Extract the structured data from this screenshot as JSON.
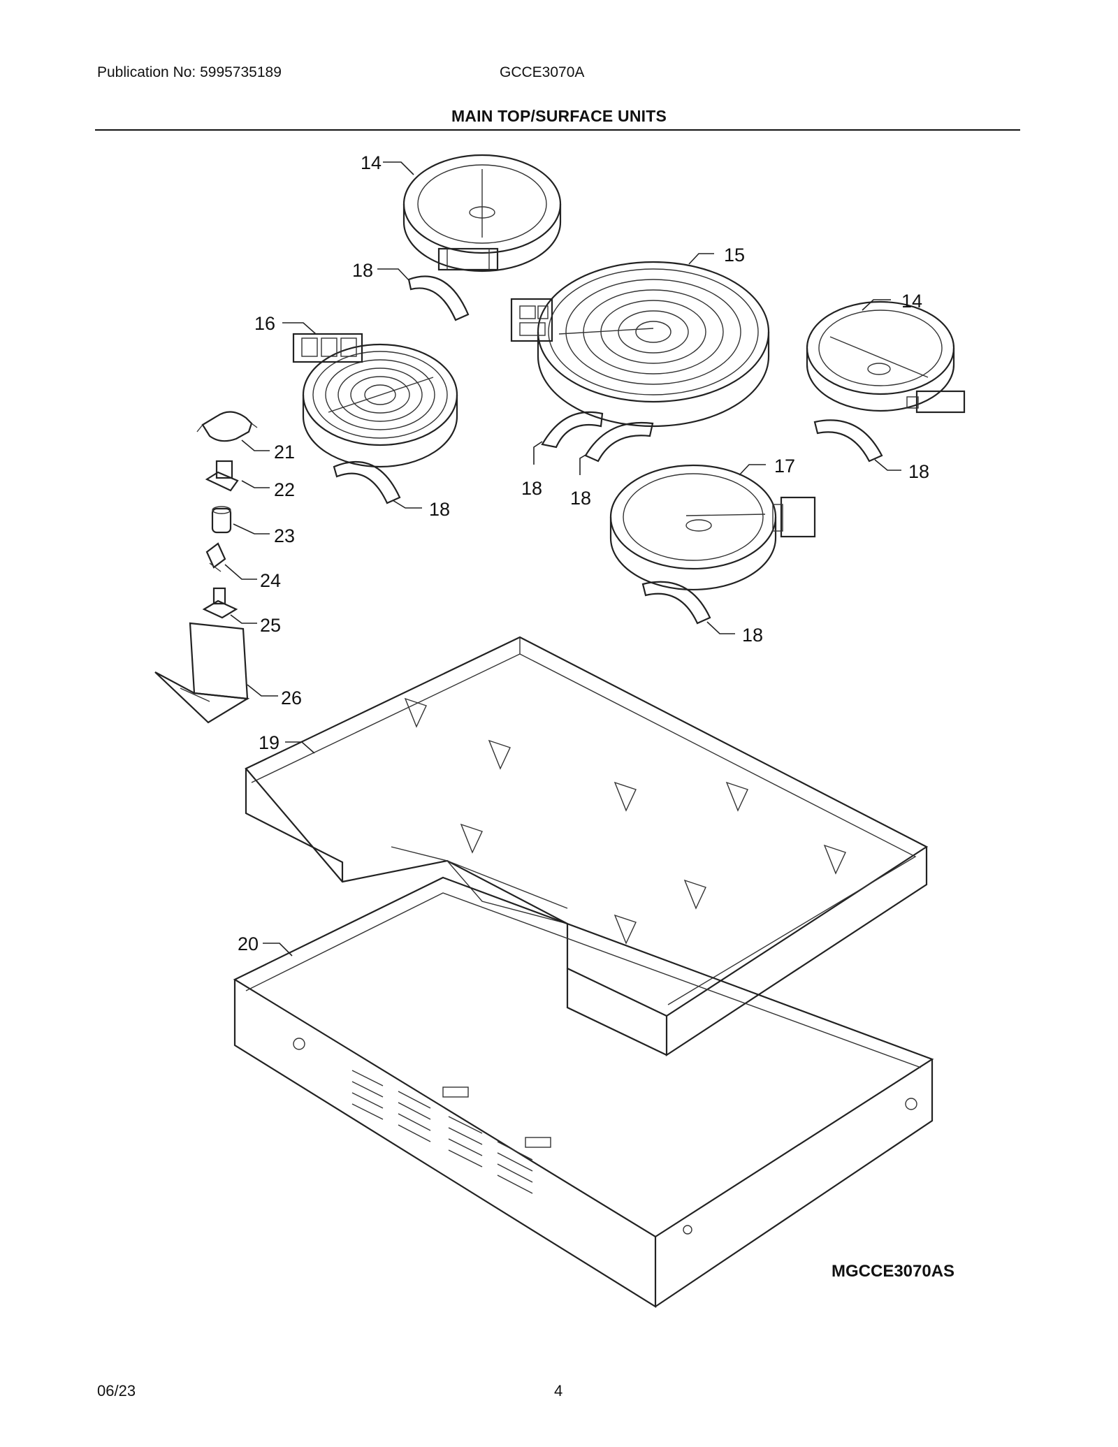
{
  "header": {
    "publication": "Publication No: 5995735189",
    "model": "GCCE3070A",
    "title": "MAIN TOP/SURFACE UNITS"
  },
  "diagram": {
    "labels": {
      "p14a": "14",
      "p14b": "14",
      "p15": "15",
      "p16": "16",
      "p17": "17",
      "p18a": "18",
      "p18b": "18",
      "p18c": "18",
      "p18d": "18",
      "p18e": "18",
      "p18f": "18",
      "p19": "19",
      "p20": "20",
      "p21": "21",
      "p22": "22",
      "p23": "23",
      "p24": "24",
      "p25": "25",
      "p26": "26"
    },
    "code": "MGCCE3070AS"
  },
  "footer": {
    "date": "06/23",
    "page": "4"
  }
}
